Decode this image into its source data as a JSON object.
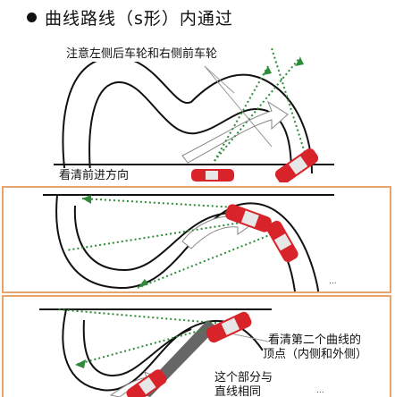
{
  "header": {
    "bullet_icon": "bullet-dot-icon",
    "title": "曲线路线（s形）内通过"
  },
  "panel1": {
    "callout_top": "注意左侧后车轮和右侧前车轮",
    "callout_bottom": "看清前进方向"
  },
  "panel2": {
    "mark": "..."
  },
  "panel3": {
    "callout_right_line1": "看清第二个曲线的",
    "callout_right_line2": "顶点（内侧和外侧）",
    "callout_bottom_line1": "这个部分与",
    "callout_bottom_line2": "直线相同",
    "mark": "..."
  },
  "colors": {
    "road_line": "#111111",
    "car_red": "#d8232a",
    "sight_line": "#2e8b3a",
    "arrow_fill": "#ffffff",
    "panel_border": "#e9a46b",
    "straight_band": "#666666"
  }
}
